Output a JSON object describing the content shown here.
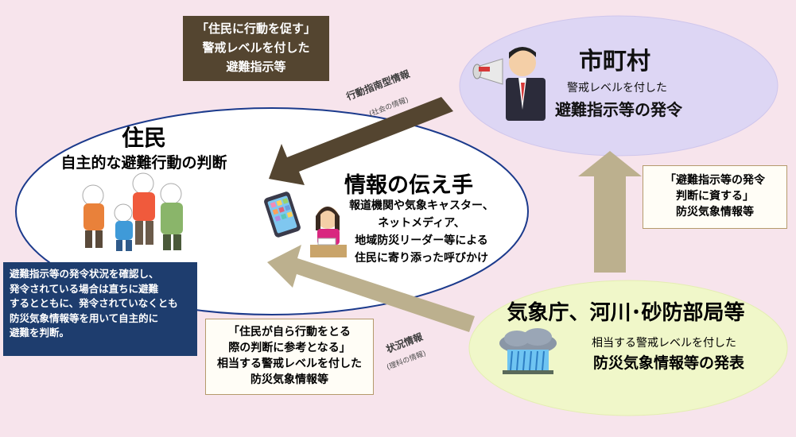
{
  "municipality": {
    "title": "市町村",
    "subtitle": "警戒レベルを付した",
    "main": "避難指示等の発令"
  },
  "residents": {
    "title": "住民",
    "subtitle": "自主的な避難行動の判断"
  },
  "conveyor": {
    "title": "情報の伝え手",
    "body": [
      "報道機関や気象キャスター、",
      "ネットメディア、",
      "地域防災リーダー等による",
      "住民に寄り添った呼びかけ"
    ]
  },
  "jma": {
    "title": "気象庁、河川･砂防部局等",
    "subtitle": "相当する警戒レベルを付した",
    "main": "防災気象情報等の発表"
  },
  "box_top": [
    "「住民に行動を促す」",
    "警戒レベルを付した",
    "避難指示等"
  ],
  "box_right": [
    "「避難指示等の発令",
    "判断に資する」",
    "防災気象情報等"
  ],
  "box_bottom": [
    "「住民が自ら行動をとる",
    "際の判断に参考となる」",
    "相当する警戒レベルを付した",
    "防災気象情報等"
  ],
  "box_blue": [
    "避難指示等の発令状況を確認し、",
    "発令されている場合は直ちに避難",
    "するとともに、発令されていなくとも",
    "防災気象情報等を用いて自主的に",
    "避難を判断。"
  ],
  "arrow_labels": {
    "upper": "行動指南型情報",
    "upper_sub": "(社会の情報)",
    "lower": "状況情報",
    "lower_sub": "(理科の情報)"
  },
  "colors": {
    "background": "#f7e4ec",
    "municipality_ellipse": "#ddd6f4",
    "jma_ellipse": "#f0f7c9",
    "main_ellipse_border": "#1b3a8c",
    "dark_arrow": "#544530",
    "light_arrow": "#bcb08e",
    "blue_box": "#1e3d6e"
  },
  "icons": [
    "megaphone-official-icon",
    "residents-group-icon",
    "smartphone-icon",
    "announcer-icon",
    "heavy-rain-cloud-icon"
  ]
}
